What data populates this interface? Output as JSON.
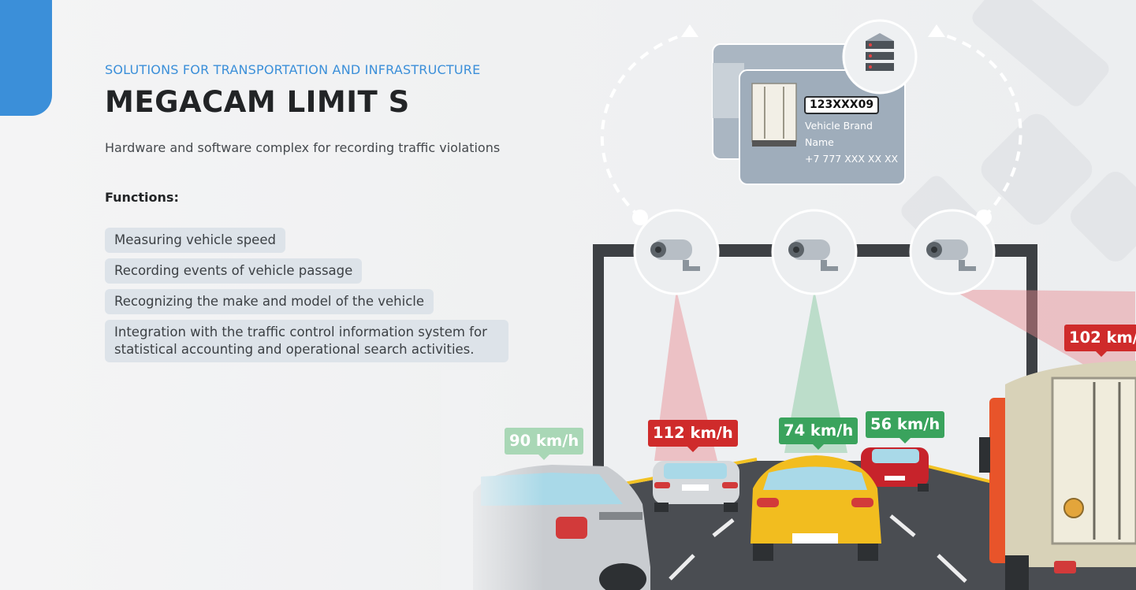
{
  "header": {
    "eyebrow": "SOLUTIONS FOR TRANSPORTATION AND INFRASTRUCTURE",
    "title": "MEGACAM LIMIT S",
    "subtitle": "Hardware and software complex for recording traffic violations"
  },
  "functions": {
    "heading": "Functions:",
    "items": [
      "Measuring vehicle speed",
      "Recording events of vehicle passage",
      "Recognizing the make and model of the vehicle",
      "Integration with the traffic control information system for statistical accounting and operational search activities."
    ]
  },
  "recognition_card": {
    "plate": "123XXX09",
    "brand": "Vehicle Brand",
    "name": "Name",
    "phone": "+7 777 XXX XX XX"
  },
  "speeds": {
    "far_left_car": "90 km/h",
    "left_car": "112 km/h",
    "yellow_car": "74 km/h",
    "red_car": "56 km/h",
    "truck": "102 km/"
  },
  "colors": {
    "accent": "#3b8fd9",
    "speed_ok": "#3aa35d",
    "speed_violation": "#cf2b2b"
  },
  "icons": {
    "server": "server-icon",
    "cameras": [
      "camera-icon",
      "camera-icon",
      "camera-icon"
    ]
  }
}
